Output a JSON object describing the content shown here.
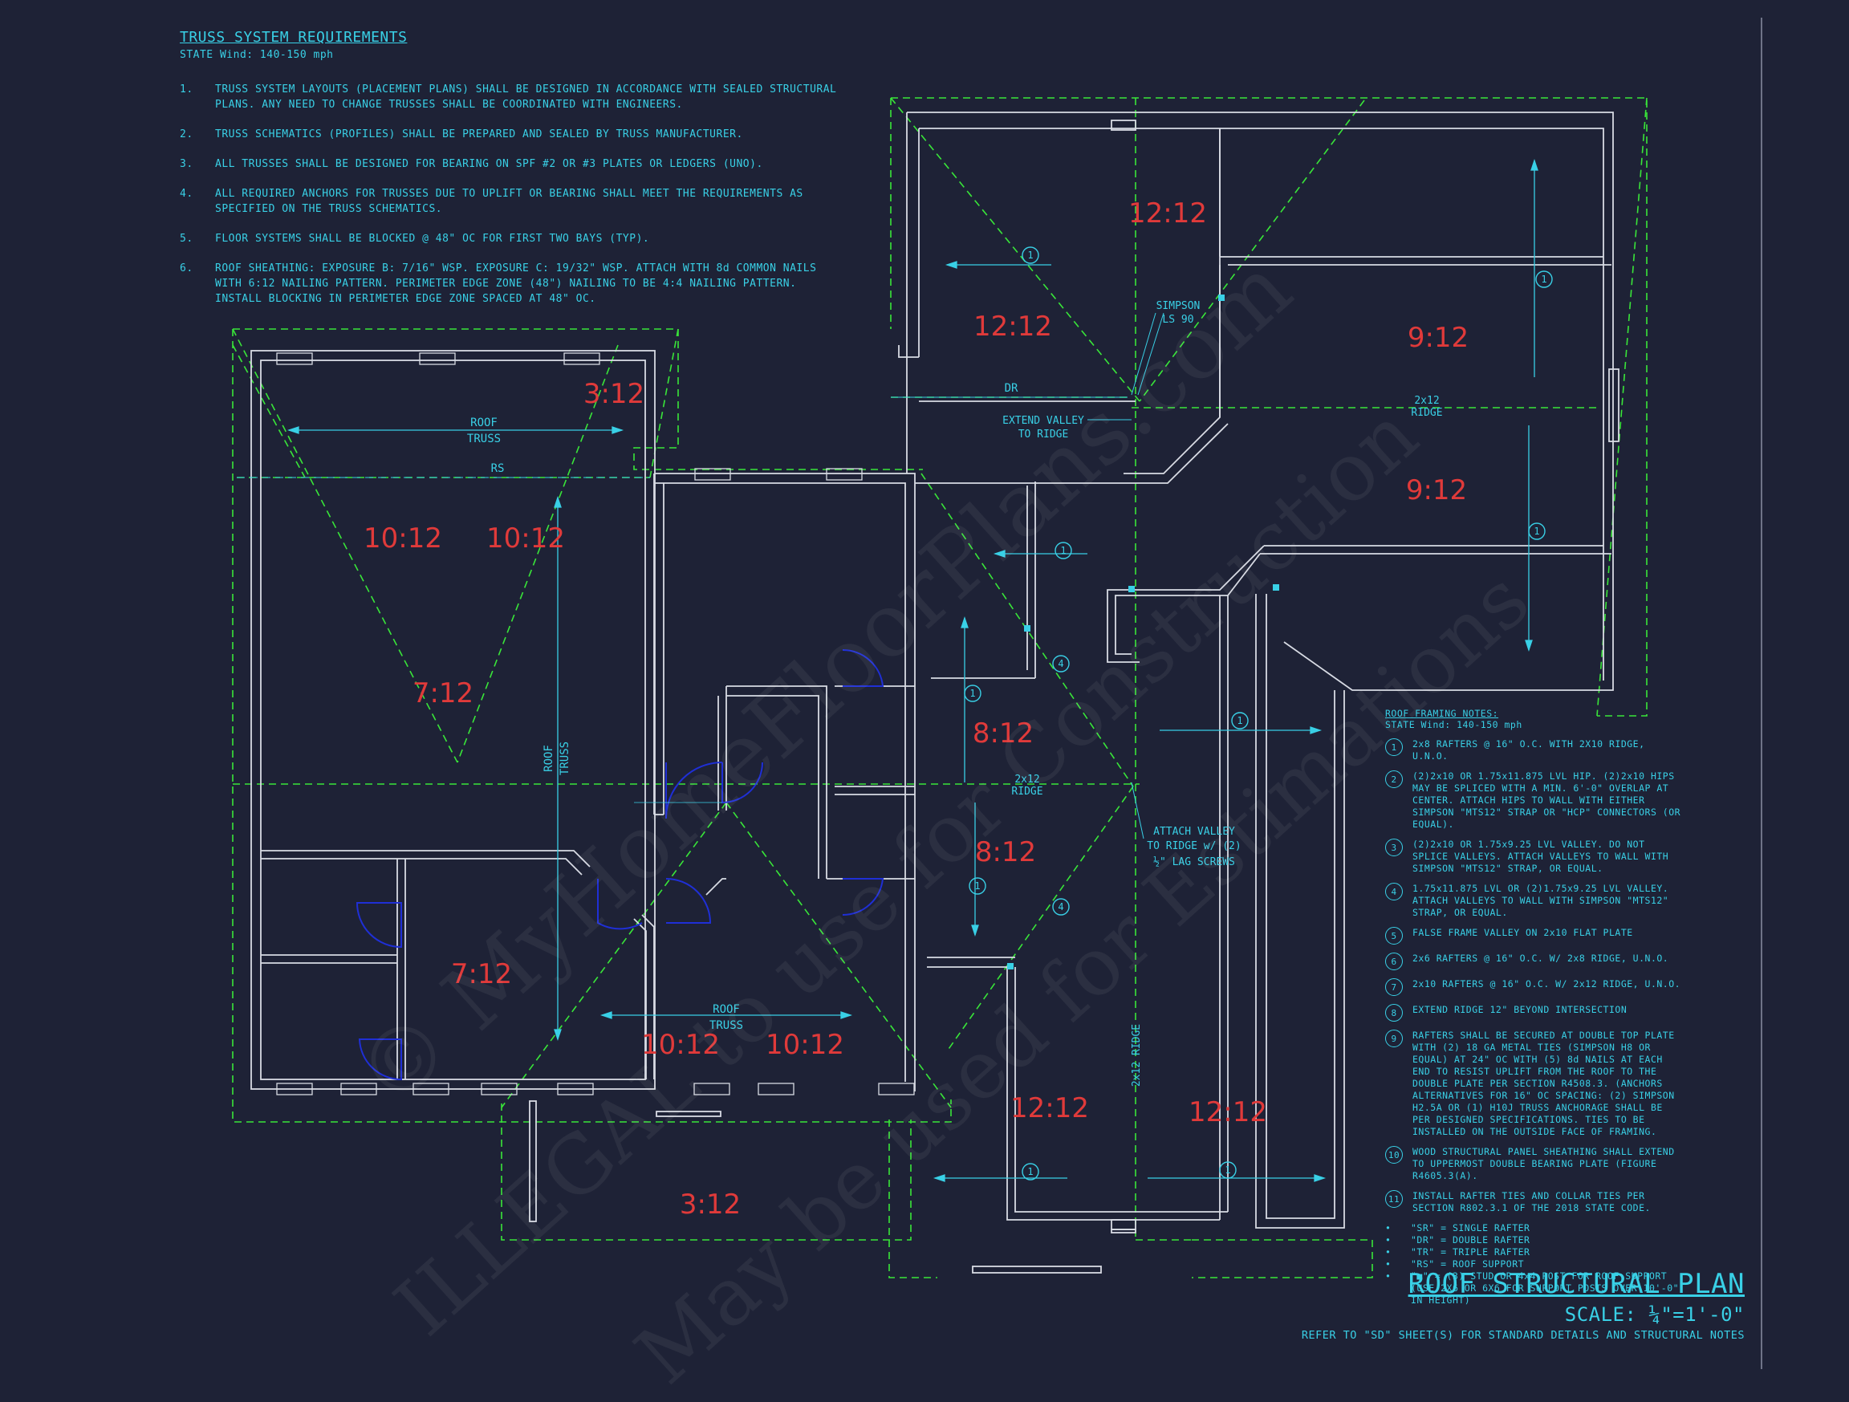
{
  "truss_notes": {
    "title": "TRUSS SYSTEM REQUIREMENTS",
    "subtitle": "STATE Wind: 140-150 mph",
    "items": [
      {
        "num": "1.",
        "text": "TRUSS SYSTEM LAYOUTS (PLACEMENT PLANS) SHALL BE DESIGNED IN ACCORDANCE WITH SEALED STRUCTURAL PLANS. ANY NEED TO CHANGE TRUSSES SHALL BE COORDINATED WITH ENGINEERS."
      },
      {
        "num": "2.",
        "text": "TRUSS SCHEMATICS (PROFILES) SHALL BE PREPARED AND SEALED BY TRUSS MANUFACTURER."
      },
      {
        "num": "3.",
        "text": "ALL TRUSSES SHALL BE DESIGNED FOR BEARING ON SPF #2 OR #3 PLATES OR LEDGERS (UNO)."
      },
      {
        "num": "4.",
        "text": "ALL REQUIRED ANCHORS FOR TRUSSES DUE TO UPLIFT OR BEARING SHALL MEET THE REQUIREMENTS AS SPECIFIED ON THE TRUSS SCHEMATICS."
      },
      {
        "num": "5.",
        "text": "FLOOR SYSTEMS SHALL BE BLOCKED @ 48\" OC FOR FIRST TWO BAYS (TYP)."
      },
      {
        "num": "6.",
        "text": "ROOF SHEATHING: EXPOSURE B: 7/16\" WSP. EXPOSURE C: 19/32\" WSP. ATTACH WITH 8d COMMON NAILS WITH 6:12 NAILING PATTERN. PERIMETER EDGE ZONE (48\") NAILING TO BE 4:4 NAILING PATTERN. INSTALL BLOCKING IN PERIMETER EDGE ZONE SPACED AT 48\" OC."
      }
    ]
  },
  "framing_notes": {
    "title": "ROOF FRAMING NOTES:",
    "subtitle": "STATE Wind: 140-150 mph",
    "items": [
      {
        "num": "1",
        "text": "2x8 RAFTERS @ 16\" O.C. WITH 2X10 RIDGE, U.N.O."
      },
      {
        "num": "2",
        "text": "(2)2x10 OR 1.75x11.875 LVL HIP. (2)2x10 HIPS MAY BE SPLICED WITH A MIN. 6'-0\" OVERLAP AT CENTER. ATTACH HIPS TO WALL WITH EITHER SIMPSON \"MTS12\" STRAP OR \"HCP\" CONNECTORS (OR EQUAL)."
      },
      {
        "num": "3",
        "text": "(2)2x10 OR 1.75x9.25 LVL VALLEY. DO NOT SPLICE VALLEYS. ATTACH VALLEYS TO WALL WITH SIMPSON \"MTS12\" STRAP, OR EQUAL."
      },
      {
        "num": "4",
        "text": "1.75x11.875 LVL OR (2)1.75x9.25 LVL VALLEY. ATTACH VALLEYS TO WALL WITH SIMPSON \"MTS12\" STRAP, OR EQUAL."
      },
      {
        "num": "5",
        "text": "FALSE FRAME VALLEY ON 2x10 FLAT PLATE"
      },
      {
        "num": "6",
        "text": "2x6 RAFTERS @ 16\" O.C. W/ 2x8 RIDGE, U.N.O."
      },
      {
        "num": "7",
        "text": "2x10 RAFTERS @ 16\" O.C. W/ 2x12 RIDGE, U.N.O."
      },
      {
        "num": "8",
        "text": "EXTEND RIDGE 12\" BEYOND INTERSECTION"
      },
      {
        "num": "9",
        "text": "RAFTERS SHALL BE SECURED AT DOUBLE TOP PLATE WITH (2) 18 GA METAL TIES (SIMPSON H8 OR EQUAL) AT 24\" OC WITH (5) 8d NAILS AT EACH END TO RESIST UPLIFT FROM THE ROOF TO THE DOUBLE PLATE PER SECTION R4508.3. (ANCHORS ALTERNATIVES FOR 16\" OC SPACING: (2) SIMPSON H2.5A OR (1) H10J TRUSS ANCHORAGE SHALL BE PER DESIGNED SPECIFICATIONS. TIES TO BE INSTALLED ON THE OUTSIDE FACE OF FRAMING."
      },
      {
        "num": "10",
        "text": "WOOD STRUCTURAL PANEL SHEATHING SHALL EXTEND TO UPPERMOST DOUBLE BEARING PLATE (FIGURE R4605.3(A)."
      },
      {
        "num": "11",
        "text": "INSTALL RAFTER TIES AND COLLAR TIES PER SECTION R802.3.1 OF THE 2018 STATE CODE."
      }
    ],
    "abbreviations": [
      {
        "b": "•",
        "text": "\"SR\" = SINGLE RAFTER"
      },
      {
        "b": "•",
        "text": "\"DR\" = DOUBLE RAFTER"
      },
      {
        "b": "•",
        "text": "\"TR\" = TRIPLE RAFTER"
      },
      {
        "b": "•",
        "text": "\"RS\" = ROOF SUPPORT"
      },
      {
        "b": "•",
        "text": "\"■\" = (3) STUD OR 4x4 POST FOR ROOF SUPPORT (USE 2X6 OR 6X6 FOR SUPPORT POSTS OVER 10'-0\" IN HEIGHT)"
      }
    ]
  },
  "plan": {
    "title": "ROOF STRUCTURAL PLAN",
    "scale": "SCALE: ¼\"=1'-0\"",
    "refer": "REFER TO \"SD\" SHEET(S) FOR STANDARD DETAILS AND STRUCTURAL NOTES"
  },
  "pitch_labels": [
    "3:12",
    "10:12",
    "10:12",
    "7:12",
    "7:12",
    "12:12",
    "12:12",
    "9:12",
    "9:12",
    "8:12",
    "8:12",
    "10:12",
    "10:12",
    "12:12",
    "12:12",
    "3:12"
  ],
  "annotations": {
    "roof_truss_1a": "ROOF",
    "roof_truss_1b": "TRUSS",
    "rs": "RS",
    "roof_truss_2a": "ROOF",
    "roof_truss_2b": "TRUSS",
    "roof_truss_3a": "ROOF",
    "roof_truss_3b": "TRUSS",
    "simpson_a": "SIMPSON",
    "simpson_b": "LS 90",
    "dr": "DR",
    "extend_valley_a": "EXTEND VALLEY",
    "extend_valley_b": "TO RIDGE",
    "ridge_a1": "2x12",
    "ridge_a2": "RIDGE",
    "ridge_b1": "2x12",
    "ridge_b2": "RIDGE",
    "ridge_c": "2x12 RIDGE",
    "attach_valley_a": "ATTACH VALLEY",
    "attach_valley_b": "TO RIDGE w/ (2)",
    "attach_valley_c": "½\" LAG SCREWS"
  },
  "circle_marks": [
    "1",
    "1",
    "1",
    "1",
    "1",
    "1",
    "1",
    "1",
    "1",
    "4",
    "4"
  ],
  "watermark": [
    "© MyHomeFloorPlans.com",
    "ILLEGAL to use for Construction",
    "May be used for Estimations"
  ],
  "colors": {
    "background": "#1e2236",
    "wall": "#d8dbe4",
    "roof_line": "#39e639",
    "text": "#39d0e6",
    "pitch": "#e03a3a",
    "door": "#1f2fd6"
  }
}
